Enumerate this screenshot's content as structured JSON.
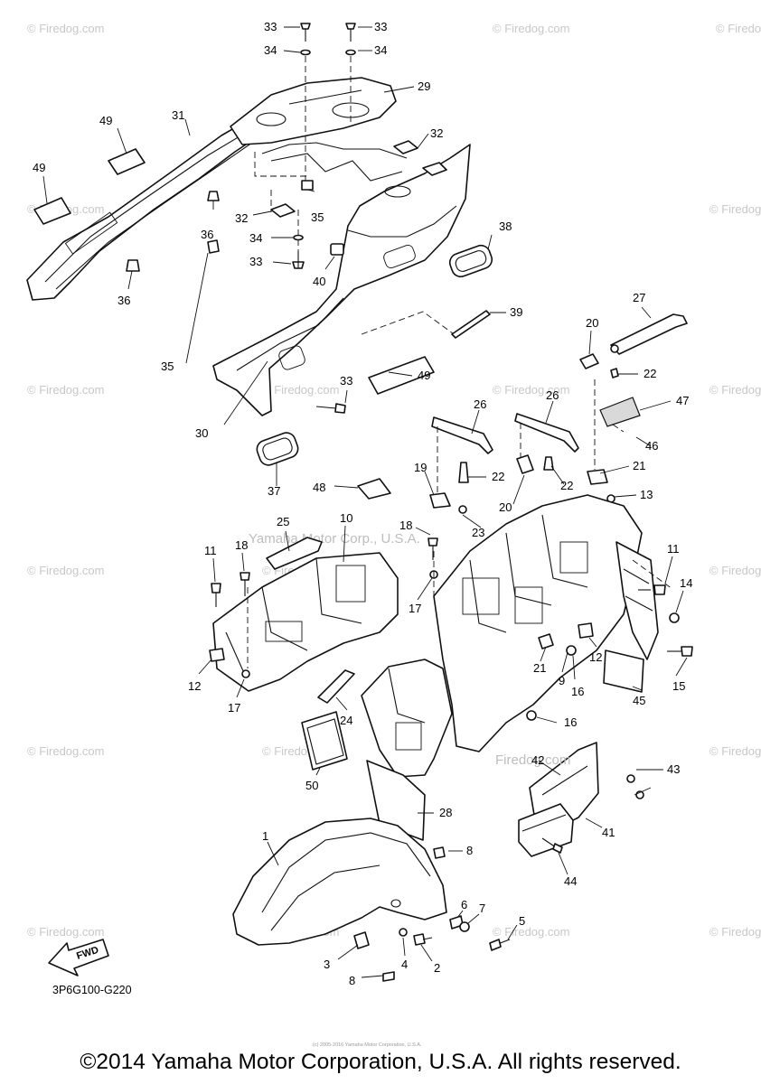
{
  "diagram": {
    "code": "3P6G100-G220",
    "fwd_label": "FWD",
    "copyright": "©2014 Yamaha Motor Corporation, U.S.A. All rights reserved.",
    "center_watermark": "Yamaha Motor Corp., U.S.A.",
    "site_watermark": "© Firedog.com",
    "inline_watermark": "Firedog.com",
    "fine_print": "(c) 2005-2016 Yamaha Motor Corporation, U.S.A.",
    "callouts": [
      {
        "id": "c33a",
        "text": "33"
      },
      {
        "id": "c33b",
        "text": "33"
      },
      {
        "id": "c34a",
        "text": "34"
      },
      {
        "id": "c34b",
        "text": "34"
      },
      {
        "id": "c29",
        "text": "29"
      },
      {
        "id": "c49a",
        "text": "49"
      },
      {
        "id": "c31",
        "text": "31"
      },
      {
        "id": "c32a",
        "text": "32"
      },
      {
        "id": "c49b",
        "text": "49"
      },
      {
        "id": "c32b",
        "text": "32"
      },
      {
        "id": "c35a",
        "text": "35"
      },
      {
        "id": "c36a",
        "text": "36"
      },
      {
        "id": "c38",
        "text": "38"
      },
      {
        "id": "c34c",
        "text": "34"
      },
      {
        "id": "c33c",
        "text": "33"
      },
      {
        "id": "c40",
        "text": "40"
      },
      {
        "id": "c36b",
        "text": "36"
      },
      {
        "id": "c27",
        "text": "27"
      },
      {
        "id": "c39",
        "text": "39"
      },
      {
        "id": "c20a",
        "text": "20"
      },
      {
        "id": "c22a",
        "text": "22"
      },
      {
        "id": "c35b",
        "text": "35"
      },
      {
        "id": "c49c",
        "text": "49"
      },
      {
        "id": "c33d",
        "text": "33"
      },
      {
        "id": "c26a",
        "text": "26"
      },
      {
        "id": "c26b",
        "text": "26"
      },
      {
        "id": "c47",
        "text": "47"
      },
      {
        "id": "c30",
        "text": "30"
      },
      {
        "id": "c46",
        "text": "46"
      },
      {
        "id": "c19",
        "text": "19"
      },
      {
        "id": "c22b",
        "text": "22"
      },
      {
        "id": "c21a",
        "text": "21"
      },
      {
        "id": "c20b",
        "text": "20"
      },
      {
        "id": "c22c",
        "text": "22"
      },
      {
        "id": "c37",
        "text": "37"
      },
      {
        "id": "c48",
        "text": "48"
      },
      {
        "id": "c13",
        "text": "13"
      },
      {
        "id": "c25",
        "text": "25"
      },
      {
        "id": "c10",
        "text": "10"
      },
      {
        "id": "c18a",
        "text": "18"
      },
      {
        "id": "c23",
        "text": "23"
      },
      {
        "id": "c11a",
        "text": "11"
      },
      {
        "id": "c18b",
        "text": "18"
      },
      {
        "id": "c11b",
        "text": "11"
      },
      {
        "id": "c14",
        "text": "14"
      },
      {
        "id": "c17a",
        "text": "17"
      },
      {
        "id": "c12a",
        "text": "12"
      },
      {
        "id": "c21b",
        "text": "21"
      },
      {
        "id": "c9",
        "text": "9"
      },
      {
        "id": "c16a",
        "text": "16"
      },
      {
        "id": "c15",
        "text": "15"
      },
      {
        "id": "c12b",
        "text": "12"
      },
      {
        "id": "c17b",
        "text": "17"
      },
      {
        "id": "c45",
        "text": "45"
      },
      {
        "id": "c24",
        "text": "24"
      },
      {
        "id": "c16b",
        "text": "16"
      },
      {
        "id": "c42",
        "text": "42"
      },
      {
        "id": "c43",
        "text": "43"
      },
      {
        "id": "c50",
        "text": "50"
      },
      {
        "id": "c28",
        "text": "28"
      },
      {
        "id": "c41",
        "text": "41"
      },
      {
        "id": "c1",
        "text": "1"
      },
      {
        "id": "c8a",
        "text": "8"
      },
      {
        "id": "c44",
        "text": "44"
      },
      {
        "id": "c6",
        "text": "6"
      },
      {
        "id": "c7",
        "text": "7"
      },
      {
        "id": "c5",
        "text": "5"
      },
      {
        "id": "c3",
        "text": "3"
      },
      {
        "id": "c4",
        "text": "4"
      },
      {
        "id": "c2",
        "text": "2"
      },
      {
        "id": "c8b",
        "text": "8"
      }
    ]
  }
}
